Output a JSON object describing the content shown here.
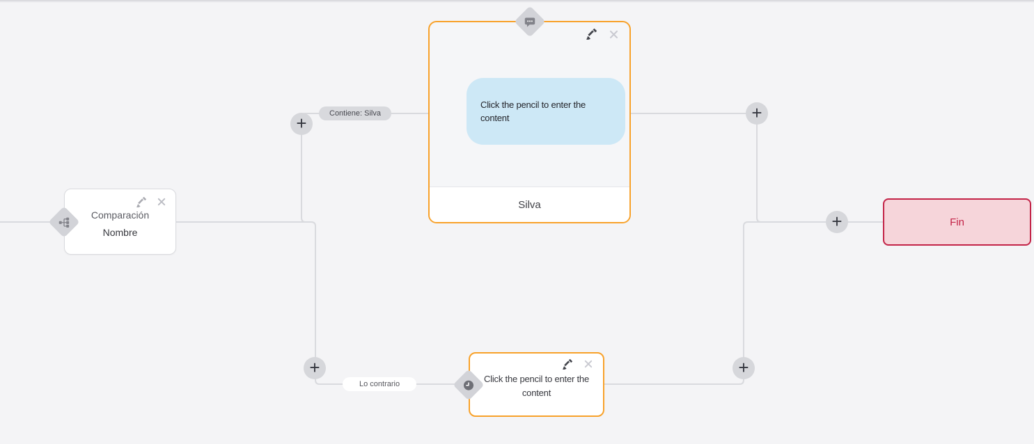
{
  "colors": {
    "canvas_background": "#f4f4f6",
    "edge_line": "#d9dade",
    "accent_orange": "#f8a129",
    "end_red": "#c32347",
    "end_background": "#f6d5da",
    "bubble_blue": "#cde8f6",
    "pill_gray": "#d8d9dd",
    "diamond_gray": "#d2d3d8"
  },
  "condition_node": {
    "title_line1": "Comparación",
    "title_line2": "Nombre"
  },
  "message_node": {
    "bubble_text": "Click the pencil to enter the content",
    "footer_label": "Silva"
  },
  "delay_node": {
    "body_text": "Click the pencil to enter the content"
  },
  "end_node": {
    "label": "Fin"
  },
  "edge_labels": {
    "match": "Contiene: Silva",
    "no_match": "Lo contrario"
  },
  "controls": {
    "add_label": "+"
  }
}
